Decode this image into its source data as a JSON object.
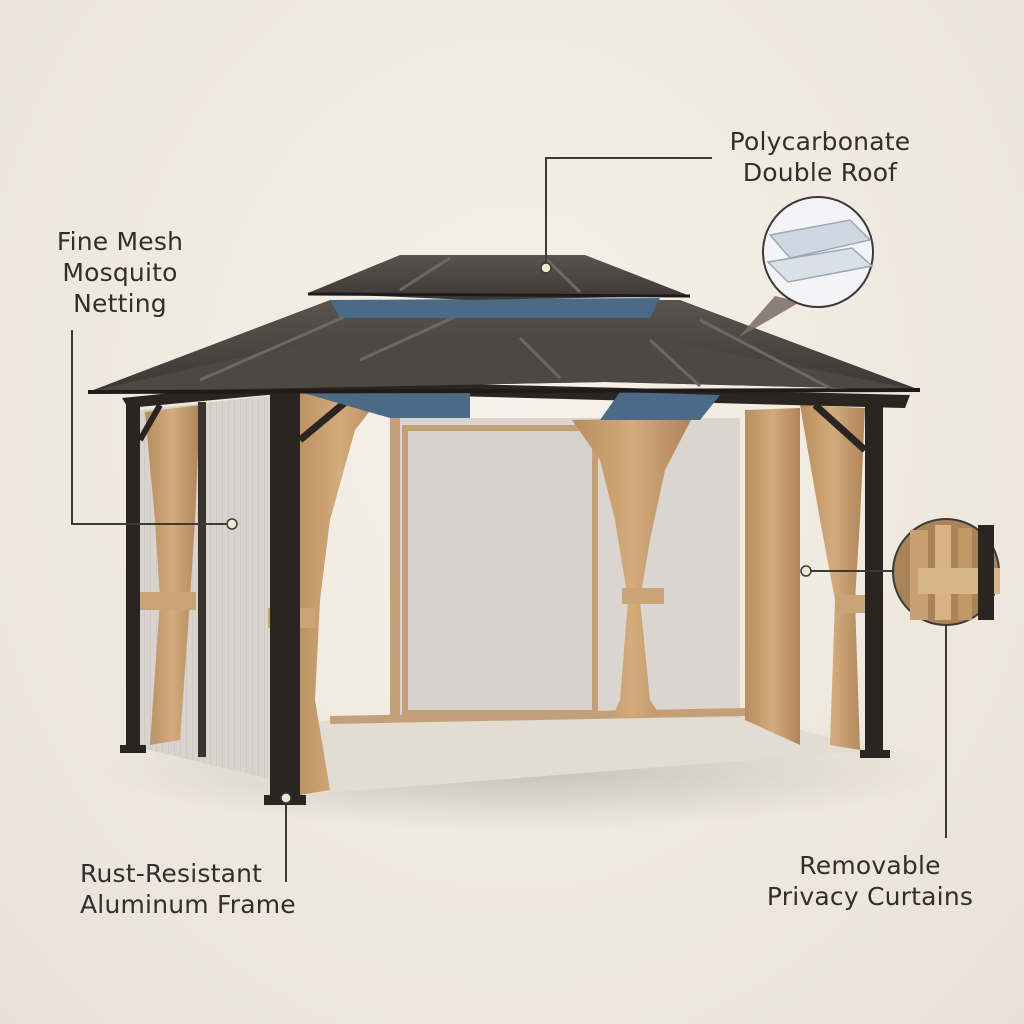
{
  "callouts": {
    "roof": {
      "line1": "Polycarbonate",
      "line2": "Double Roof"
    },
    "mesh": {
      "line1": "Fine Mesh",
      "line2": "Mosquito",
      "line3": "Netting"
    },
    "frame": {
      "line1": "Rust-Resistant",
      "line2": "Aluminum Frame"
    },
    "curtains": {
      "line1": "Removable",
      "line2": "Privacy Curtains"
    }
  },
  "colors": {
    "frame": "#2b2522",
    "roof": "#4a4440",
    "curtain": "#c49a6c",
    "mesh": "#d9d5cf",
    "leader": "#3a3a3a"
  }
}
